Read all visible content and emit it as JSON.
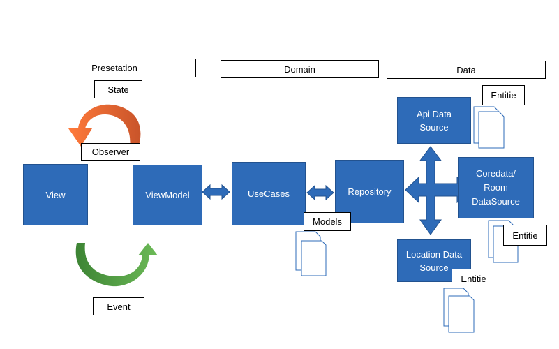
{
  "layers": {
    "presentation": "Presetation",
    "domain": "Domain",
    "data": "Data"
  },
  "labels": {
    "state": "State",
    "observer": "Observer",
    "event": "Event",
    "models": "Models",
    "entitie_api": "Entitie",
    "entitie_coredata": "Entitie",
    "entitie_location": "Entitie"
  },
  "blocks": {
    "view": "View",
    "viewmodel": "ViewModel",
    "usecases": "UseCases",
    "repository": "Repository",
    "api_line1": "Api Data",
    "api_line2": "Source",
    "coredata_line1": "Coredata/",
    "coredata_line2": "Room",
    "coredata_line3": "DataSource",
    "location_line1": "Location Data",
    "location_line2": "Source"
  },
  "colors": {
    "block_fill": "#2e6bb8",
    "observer_arrow": "#e8632b",
    "event_arrow": "#4a9a3f"
  }
}
